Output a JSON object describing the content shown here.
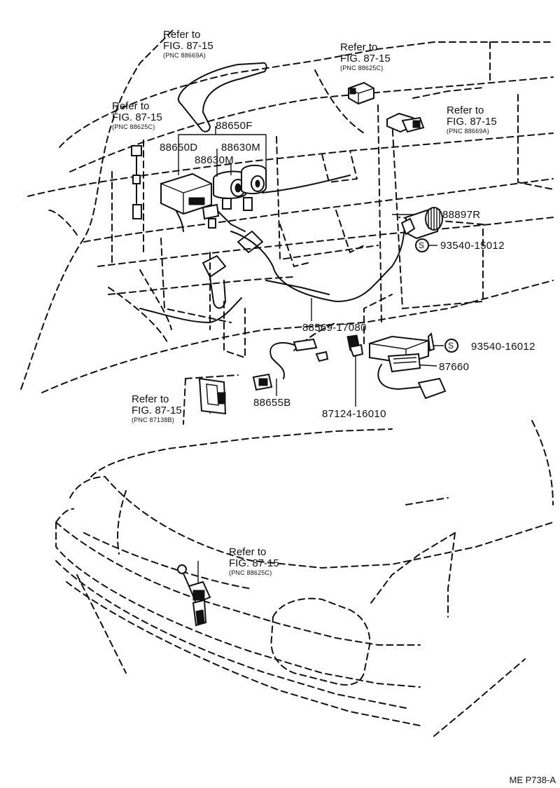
{
  "refs": [
    {
      "line1": "Refer to",
      "line2": "FIG. 87-15",
      "line3": "(PNC 88669A)"
    },
    {
      "line1": "Refer to",
      "line2": "FIG. 87-15",
      "line3": "(PNC 88625C)"
    },
    {
      "line1": "Refer to",
      "line2": "FIG. 87-15",
      "line3": "(PNC 88625C)"
    },
    {
      "line1": "Refer to",
      "line2": "FIG. 87-15",
      "line3": "(PNC 88669A)"
    },
    {
      "line1": "Refer to",
      "line2": "FIG. 87-15",
      "line3": "(PNC 87138B)"
    },
    {
      "line1": "Refer to",
      "line2": "FIG. 87-15",
      "line3": "(PNC 88625C)"
    }
  ],
  "parts": {
    "p88650F": "88650F",
    "p88650D": "88650D",
    "p88630M_a": "88630M",
    "p88630M_b": "88630M",
    "p88897R": "88897R",
    "p93540_15012": "93540-15012",
    "p88569_17080": "88569-17080",
    "p93540_16012": "93540-16012",
    "p87660": "87660",
    "p88655B": "88655B",
    "p87124_16010": "87124-16010"
  },
  "screw_symbol": "S",
  "drawing_code": "ME P738-A"
}
